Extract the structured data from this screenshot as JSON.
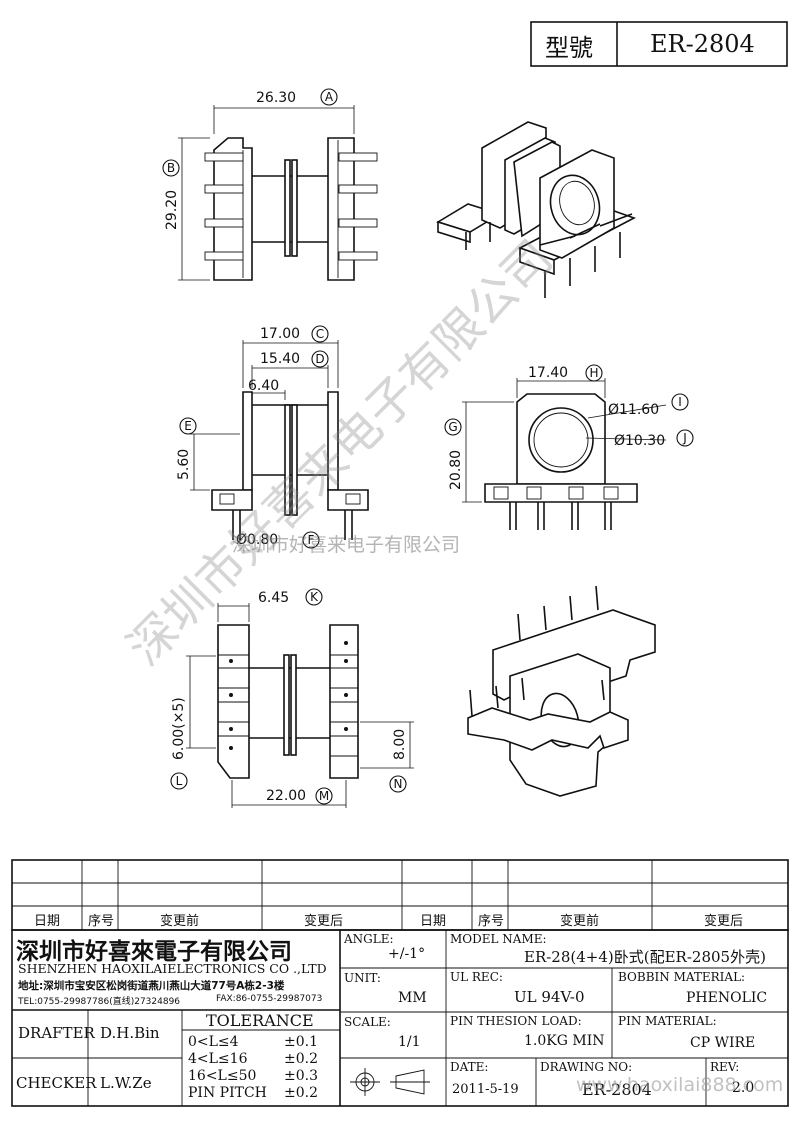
{
  "header": {
    "model_label": "型號",
    "model_value": "ER-2804"
  },
  "dimensions": {
    "A": "26.30",
    "B": "29.20",
    "C": "17.00",
    "D": "15.40",
    "d_inner": "6.40",
    "E": "5.60",
    "F": "Ø0.80",
    "G": "20.80",
    "H": "17.40",
    "I": "Ø11.60",
    "J": "Ø10.30",
    "K": "6.45",
    "L": "6.00(×5)",
    "M": "22.00",
    "N": "8.00"
  },
  "markers": {
    "A": "A",
    "B": "B",
    "C": "C",
    "D": "D",
    "E": "E",
    "F": "F",
    "G": "G",
    "H": "H",
    "I": "I",
    "J": "J",
    "K": "K",
    "L": "L",
    "M": "M",
    "N": "N"
  },
  "watermark": {
    "big": "深圳市好喜来电子有限公司",
    "small": "深圳市好喜来电子有限公司",
    "url": "www.haoxilai888.com"
  },
  "revision_table": {
    "headers": [
      "日期",
      "序号",
      "变更前",
      "变更后",
      "日期",
      "序号",
      "变更前",
      "变更后"
    ]
  },
  "title_block": {
    "company_cn": "深圳市好喜來電子有限公司",
    "company_en": "SHENZHEN HAOXILAIELECTRONICS CO .,LTD",
    "address": "地址:深圳市宝安区松岗街道燕川燕山大道77号A栋2-3楼",
    "tel": "TEL:0755-29987786(直线)27324896",
    "fax": "FAX:86-0755-29987073",
    "drafter_label": "DRAFTER",
    "drafter": "D.H.Bin",
    "checker_label": "CHECKER",
    "checker": "L.W.Ze",
    "tolerance_label": "TOLERANCE",
    "tolerances": [
      {
        "range": "0<L≤4",
        "value": "±0.1"
      },
      {
        "range": "4<L≤16",
        "value": "±0.2"
      },
      {
        "range": "16<L≤50",
        "value": "±0.3"
      },
      {
        "range": "PIN PITCH",
        "value": "±0.2"
      }
    ],
    "angle_label": "ANGLE:",
    "angle": "+/-1°",
    "unit_label": "UNIT:",
    "unit": "MM",
    "scale_label": "SCALE:",
    "scale": "1/1",
    "model_name_label": "MODEL NAME:",
    "model_name": "ER-28(4+4)卧式(配ER-2805外壳)",
    "ul_rec_label": "UL REC:",
    "ul_rec": "UL 94V-0",
    "bobbin_material_label": "BOBBIN MATERIAL:",
    "bobbin_material": "PHENOLIC",
    "pin_load_label": "PIN THESION LOAD:",
    "pin_load": "1.0KG MIN",
    "pin_material_label": "PIN MATERIAL:",
    "pin_material": "CP  WIRE",
    "date_label": "DATE:",
    "date": "2011-5-19",
    "drawing_no_label": "DRAWING NO:",
    "drawing_no": "ER-2804",
    "rev_label": "REV:",
    "rev": "2.0"
  }
}
